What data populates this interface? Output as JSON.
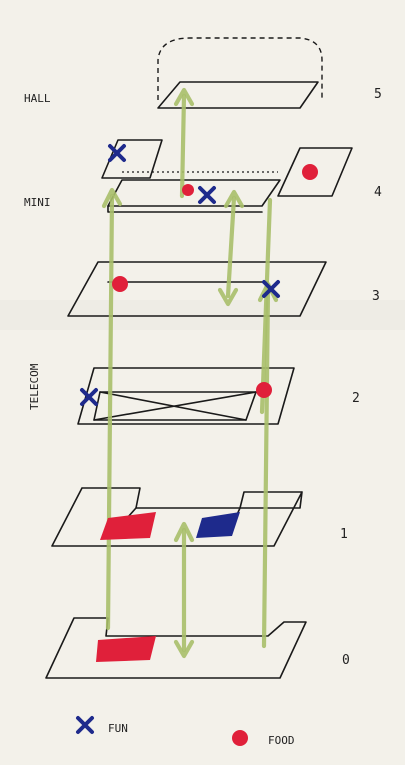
{
  "labels": {
    "hall": "HALL",
    "mini": "MINI",
    "telecom": "TELECOM"
  },
  "floors": [
    "5",
    "4",
    "3",
    "2",
    "1",
    "0"
  ],
  "legend": {
    "fun": "FUN",
    "food": "FOOD"
  },
  "colors": {
    "ink": "#1a1a1a",
    "fun": "#1e2a8c",
    "food": "#e0203a",
    "connector": "#a9bf6a",
    "paper": "#ffffff"
  },
  "icons": {
    "fun": "blue-x-mark",
    "food": "red-dot"
  }
}
